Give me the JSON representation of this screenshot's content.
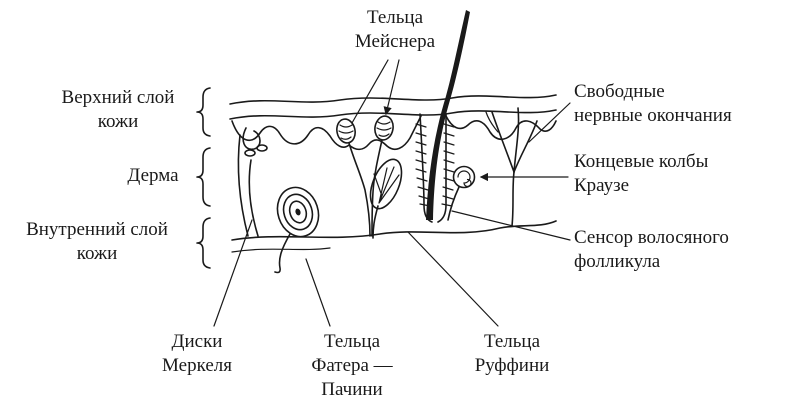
{
  "page": {
    "background": "#ffffff",
    "ink": "#1a1a1a",
    "description": "Skin cross-section diagram with sensory receptors"
  },
  "labels": {
    "meissner": {
      "lines": [
        "Тельца",
        "Мейснера"
      ]
    },
    "upper_skin_layer": {
      "lines": [
        "Верхний слой",
        "кожи"
      ]
    },
    "derma": {
      "lines": [
        "Дерма"
      ]
    },
    "inner_skin_layer": {
      "lines": [
        "Внутренний слой",
        "кожи"
      ]
    },
    "free_nerve_endings": {
      "lines": [
        "Свободные",
        "нервные окончания"
      ]
    },
    "krause_end_bulbs": {
      "lines": [
        "Концевые колбы",
        "Краузе"
      ]
    },
    "hair_follicle_sensor": {
      "lines": [
        "Сенсор волосяного",
        "фолликула"
      ]
    },
    "merkel_disks": {
      "lines": [
        "Диски",
        "Меркеля"
      ]
    },
    "vater_pacini": {
      "lines": [
        "Тельца",
        "Фатера —",
        "Пачини"
      ]
    },
    "ruffini": {
      "lines": [
        "Тельца",
        "Руффини"
      ]
    }
  }
}
